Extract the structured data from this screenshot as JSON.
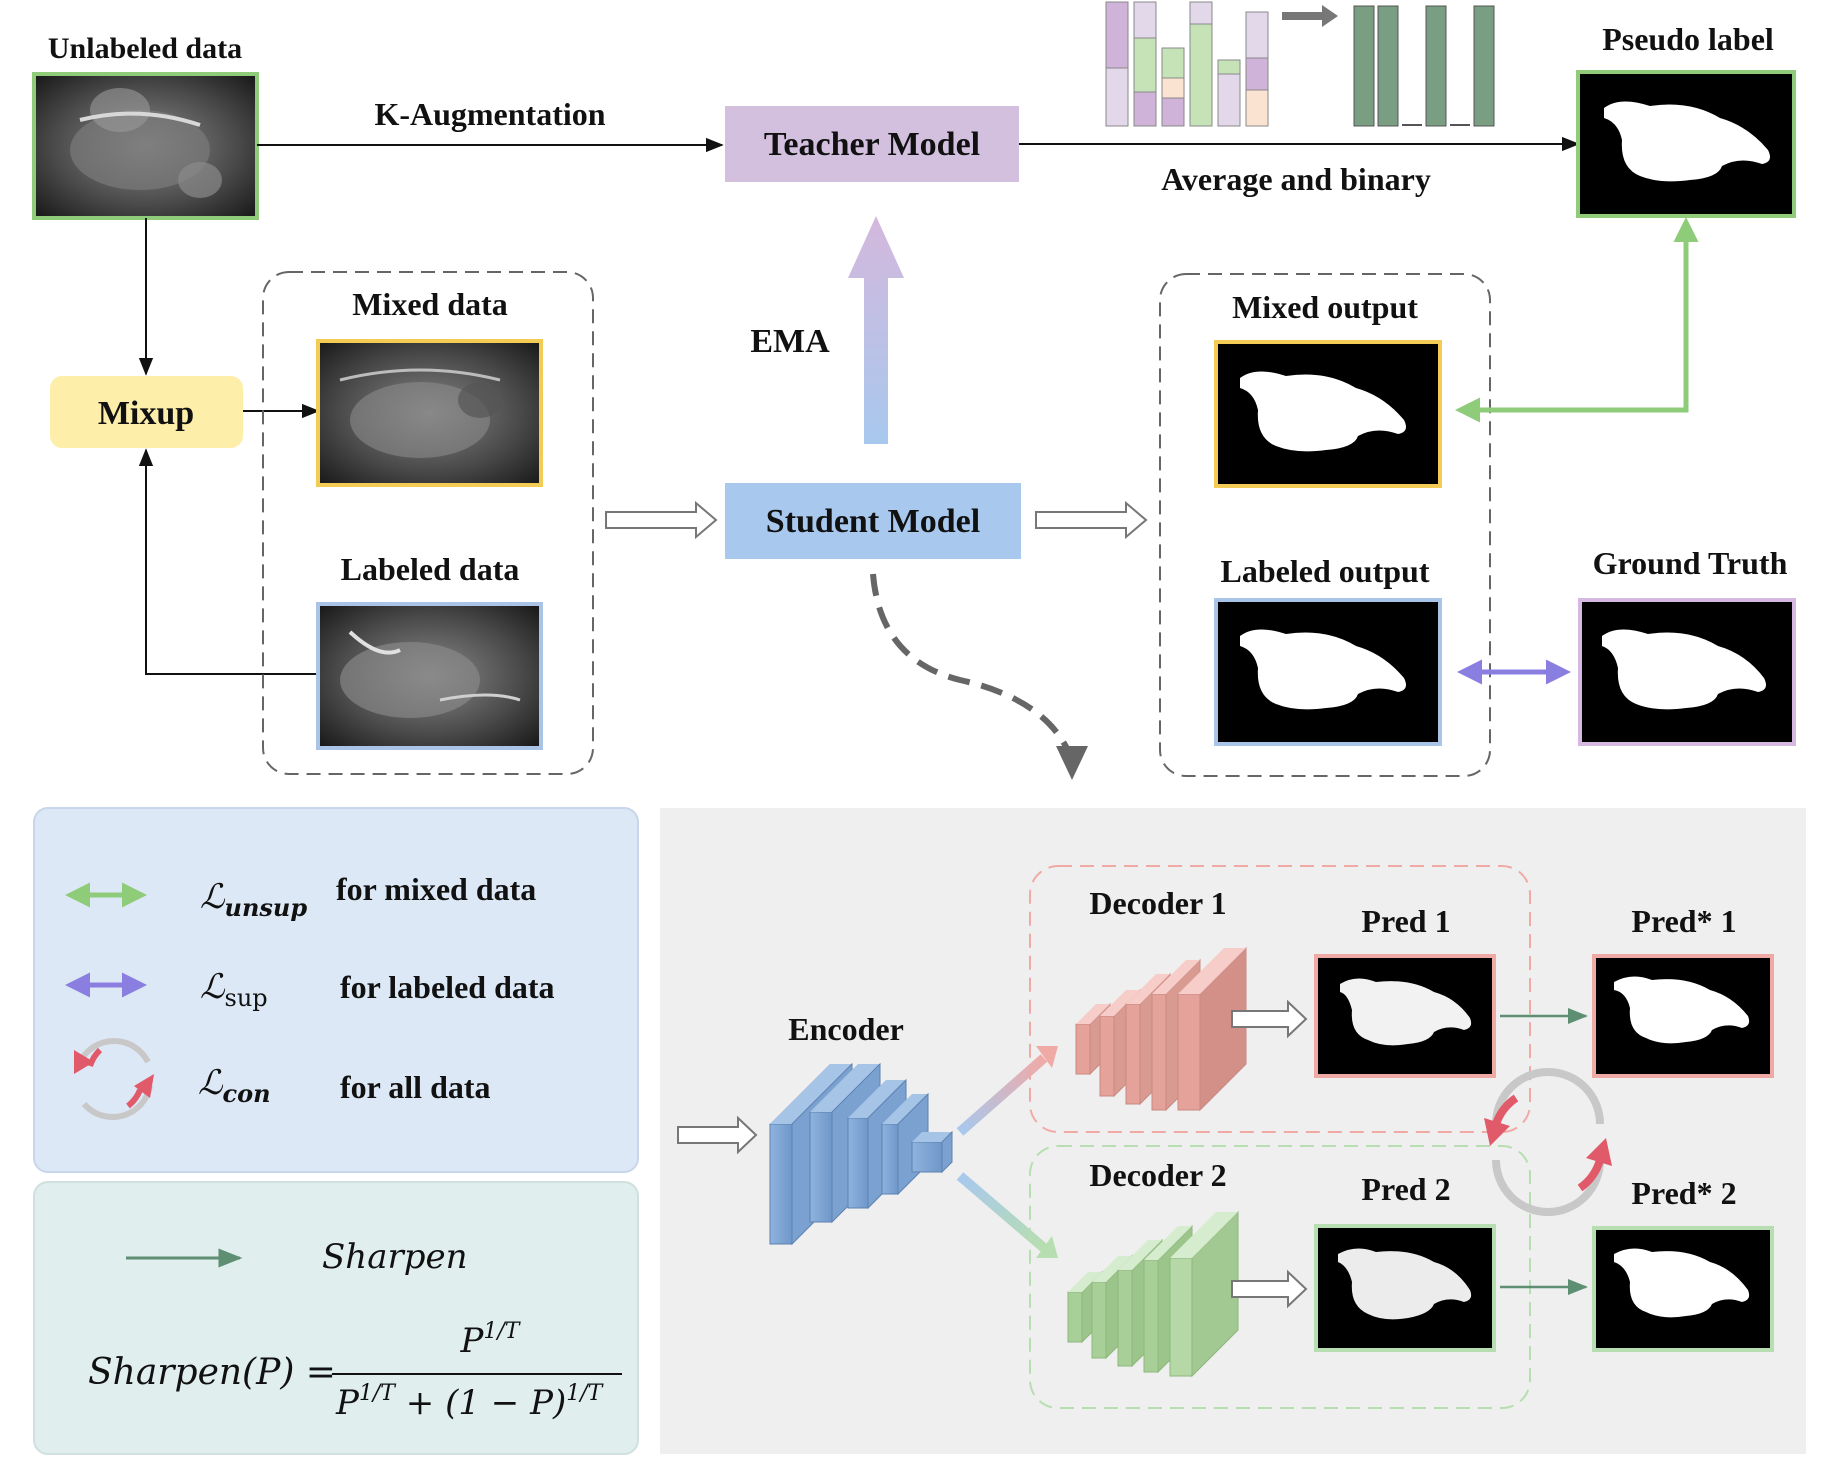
{
  "top": {
    "unlabeled_data": "Unlabeled data",
    "k_augmentation": "K-Augmentation",
    "teacher_model": "Teacher Model",
    "average_and_binary": "Average and binary",
    "pseudo_label": "Pseudo label",
    "mixup": "Mixup",
    "mixed_data": "Mixed data",
    "labeled_data": "Labeled data",
    "ema": "EMA",
    "student_model": "Student Model",
    "mixed_output": "Mixed output",
    "labeled_output": "Labeled output",
    "ground_truth": "Ground Truth"
  },
  "legend": {
    "unsup_symbol": "ℒ",
    "unsup_sub": "unsup",
    "unsup_text": "for mixed data",
    "sup_symbol": "ℒ",
    "sup_sub": "sup",
    "sup_text": "for labeled data",
    "con_symbol": "ℒ",
    "con_sub": "con",
    "con_text": "for all data"
  },
  "sharpen": {
    "label": "Sharpen",
    "formula_lhs": "Sharpen(P) =",
    "numerator": "P",
    "num_exp": "1/T",
    "den_p": "P",
    "den_exp1": "1/T",
    "den_mid": " + (1 − P)",
    "den_exp2": "1/T"
  },
  "network": {
    "encoder": "Encoder",
    "decoder1": "Decoder 1",
    "decoder2": "Decoder 2",
    "pred1": "Pred 1",
    "pred2": "Pred 2",
    "pred_star1": "Pred* 1",
    "pred_star2": "Pred* 2"
  },
  "colors": {
    "green": "#8fcc7a",
    "purple": "#8a7fe0",
    "yellow": "#f3cc55",
    "blue_border": "#a9c4e6",
    "teacher": "#d2c0de",
    "student": "#a8c8ee",
    "mixup": "#fdeeaa",
    "legend_bg": "#dde8f6",
    "sharpen_bg": "#e0eeee",
    "network_bg": "#efefef",
    "pred_border": "#f0aaa6",
    "sharpen_arrow": "#5f8f73"
  }
}
